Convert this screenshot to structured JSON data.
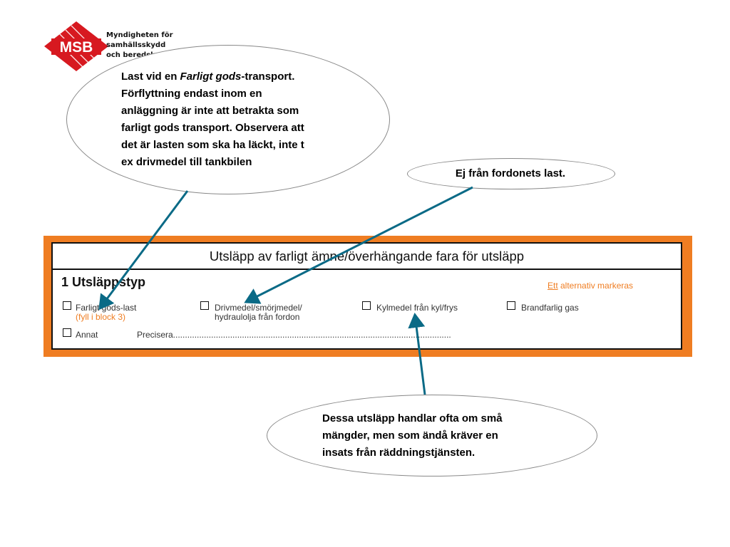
{
  "logo": {
    "mark": "MSB",
    "lines": [
      "Myndigheten för",
      "samhällsskydd",
      "och beredskap"
    ],
    "colors": {
      "red": "#d71920",
      "white": "#ffffff"
    }
  },
  "form": {
    "title": "Utsläpp av farligt ämne/överhängande fara för utsläpp",
    "section": "1 Utsläppstyp",
    "alternative_note": {
      "underlined": "Ett",
      "rest": " alternativ markeras"
    },
    "options": [
      {
        "label": "Farligt gods-last",
        "sub": "(fyll i block 3)"
      },
      {
        "label": "Drivmedel/smörjmedel/",
        "sub": "hydraulolja från fordon"
      },
      {
        "label": "Kylmedel från kyl/frys",
        "sub": ""
      },
      {
        "label": "Brandfarlig gas",
        "sub": ""
      },
      {
        "label": "Annat",
        "sub": ""
      }
    ],
    "specify_label": "Precisera.....................................................................................................................",
    "colors": {
      "frame": "#ef7d22",
      "text": "#111111",
      "accent": "#ef7d22"
    }
  },
  "callouts": {
    "top": {
      "pre": "Last vid en ",
      "italic": "Farligt gods",
      "post": "-transport.",
      "lines": [
        "Förflyttning endast inom en",
        "anläggning är inte att betrakta som",
        "farligt gods transport. Observera att",
        "det är lasten som ska ha läckt, inte t",
        "ex drivmedel till tankbilen"
      ]
    },
    "right": {
      "text": "Ej från fordonets last."
    },
    "bottom": {
      "lines": [
        "Dessa utsläpp handlar ofta om små",
        "mängder, men som ändå kräver en",
        "insats från räddningstjänsten."
      ]
    },
    "arrow_color": "#0a6a86"
  }
}
